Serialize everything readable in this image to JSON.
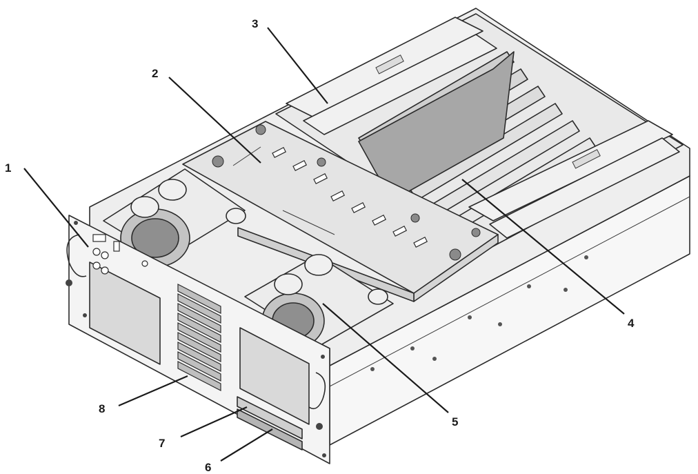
{
  "callouts": [
    {
      "id": "1",
      "label": "1"
    },
    {
      "id": "2",
      "label": "2"
    },
    {
      "id": "3",
      "label": "3"
    },
    {
      "id": "4",
      "label": "4"
    },
    {
      "id": "5",
      "label": "5"
    },
    {
      "id": "6",
      "label": "6"
    },
    {
      "id": "7",
      "label": "7"
    },
    {
      "id": "8",
      "label": "8"
    }
  ],
  "colors": {
    "outline": "#2b2b2b",
    "panel_light": "#f2f2f2",
    "panel_mid": "#d9d9d9",
    "panel_dark": "#9a9a9a",
    "shroud": "#e6e6e6"
  }
}
